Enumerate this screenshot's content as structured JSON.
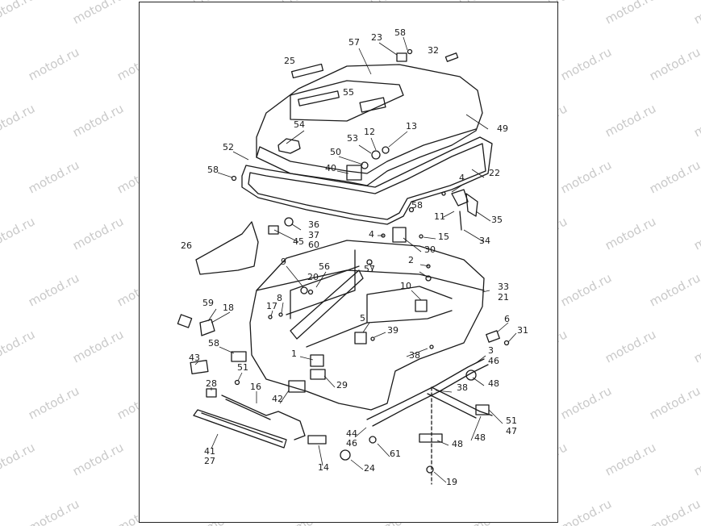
{
  "watermark": {
    "text": "motod.ru",
    "color": "#c9c9c9"
  },
  "diagram": {
    "line_color": "#1a1a1a",
    "callouts": [
      "58",
      "57",
      "23",
      "32",
      "25",
      "55",
      "49",
      "54",
      "53",
      "12",
      "13",
      "52",
      "50",
      "40",
      "22",
      "58",
      "4",
      "11",
      "35",
      "36",
      "37",
      "60",
      "45",
      "58",
      "4",
      "15",
      "34",
      "26",
      "30",
      "57",
      "2",
      "9",
      "56",
      "20",
      "10",
      "33",
      "21",
      "59",
      "18",
      "17",
      "8",
      "5",
      "39",
      "6",
      "31",
      "58",
      "38",
      "1",
      "3",
      "46",
      "48",
      "43",
      "51",
      "28",
      "29",
      "38",
      "16",
      "42",
      "51",
      "47",
      "48",
      "44",
      "46",
      "48",
      "41",
      "27",
      "61",
      "14",
      "24",
      "19",
      "14"
    ]
  }
}
